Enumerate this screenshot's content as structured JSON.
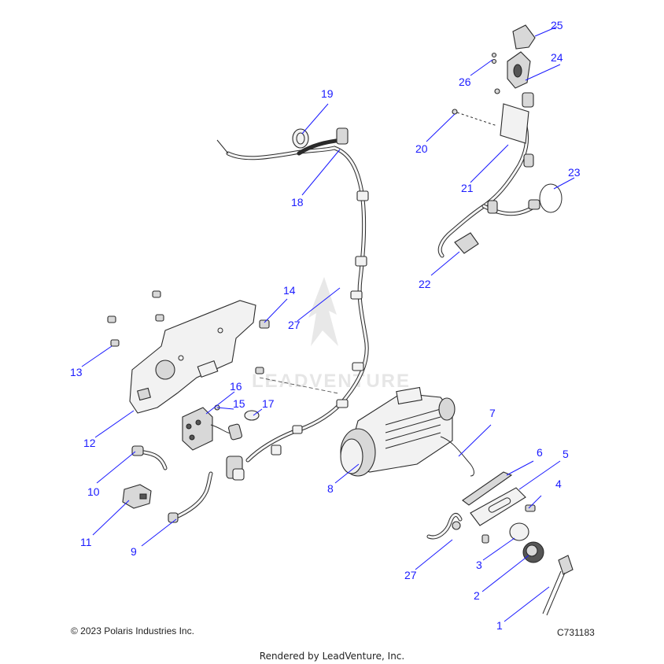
{
  "copyright": "© 2023 Polaris Industries Inc.",
  "diagram_code": "C731183",
  "rendered_by": "Rendered by LeadVenture, Inc.",
  "watermark": "LEADVENTURE",
  "colors": {
    "callout": "#1a1aff",
    "line_art": "#2a2a2a",
    "watermark": "#e6e6e6"
  },
  "callouts": [
    "1",
    "2",
    "3",
    "4",
    "5",
    "6",
    "7",
    "8",
    "9",
    "10",
    "11",
    "12",
    "13",
    "14",
    "15",
    "16",
    "17",
    "18",
    "19",
    "20",
    "21",
    "22",
    "23",
    "24",
    "25",
    "26",
    "27",
    "27"
  ]
}
